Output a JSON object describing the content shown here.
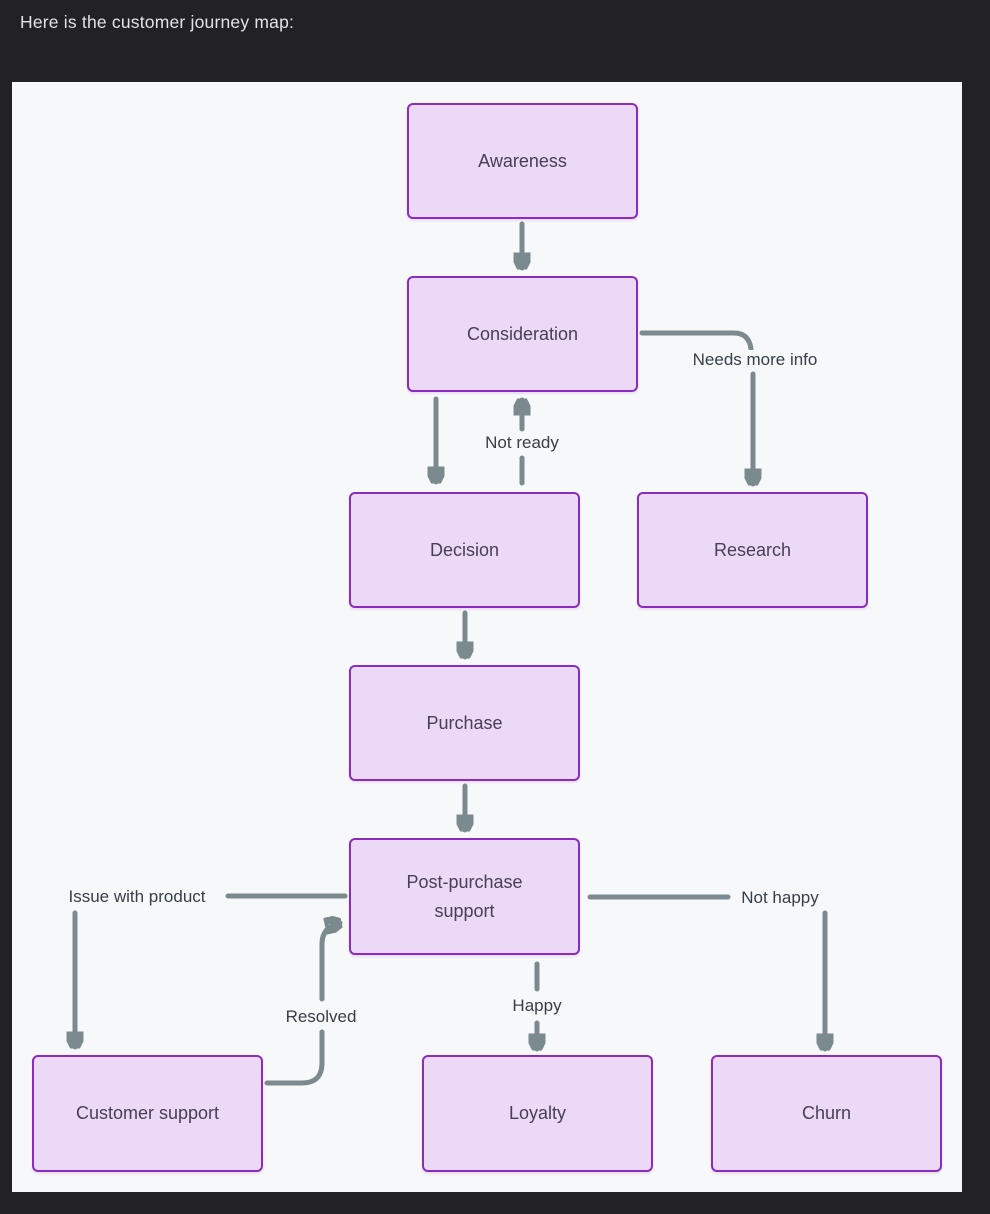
{
  "header": {
    "title": "Here is the customer journey map:"
  },
  "diagram": {
    "type": "flowchart",
    "direction": "top-down",
    "nodes": [
      {
        "id": "awareness",
        "label": "Awareness"
      },
      {
        "id": "consideration",
        "label": "Consideration"
      },
      {
        "id": "decision",
        "label": "Decision"
      },
      {
        "id": "research",
        "label": "Research"
      },
      {
        "id": "purchase",
        "label": "Purchase"
      },
      {
        "id": "post_purchase_support",
        "label": "Post-purchase support"
      },
      {
        "id": "customer_support",
        "label": "Customer support"
      },
      {
        "id": "loyalty",
        "label": "Loyalty"
      },
      {
        "id": "churn",
        "label": "Churn"
      }
    ],
    "edges": [
      {
        "from": "awareness",
        "to": "consideration",
        "label": ""
      },
      {
        "from": "consideration",
        "to": "decision",
        "label": ""
      },
      {
        "from": "decision",
        "to": "consideration",
        "label": "Not ready"
      },
      {
        "from": "consideration",
        "to": "research",
        "label": "Needs more info"
      },
      {
        "from": "decision",
        "to": "purchase",
        "label": ""
      },
      {
        "from": "purchase",
        "to": "post_purchase_support",
        "label": ""
      },
      {
        "from": "post_purchase_support",
        "to": "customer_support",
        "label": "Issue with product"
      },
      {
        "from": "customer_support",
        "to": "post_purchase_support",
        "label": "Resolved"
      },
      {
        "from": "post_purchase_support",
        "to": "loyalty",
        "label": "Happy"
      },
      {
        "from": "post_purchase_support",
        "to": "churn",
        "label": "Not happy"
      }
    ],
    "colors": {
      "page_bg": "#222224",
      "title_text": "#e3e3e6",
      "canvas": "#f7f8fa",
      "node_fill": "#ecd9f8",
      "node_border": "#8a2cbe",
      "node_text": "#474055",
      "edge": "#7b8a8e",
      "edge_label_text": "#353f47"
    }
  }
}
